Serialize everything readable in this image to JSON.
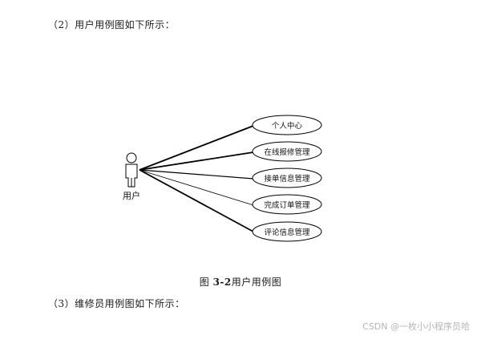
{
  "document": {
    "intro_text": "（2）用户用例图如下所示：",
    "figure_caption_prefix": "图",
    "figure_caption_number": "3-2",
    "figure_caption_title": "用户用例图",
    "next_text": "（3）维修员用例图如下所示："
  },
  "diagram": {
    "actor": {
      "label": "用户",
      "icon": "stick-figure-actor-icon"
    },
    "use_cases": [
      {
        "id": "personal-center",
        "label": "个人中心"
      },
      {
        "id": "online-repair-management",
        "label": "在线报修管理"
      },
      {
        "id": "order-info-management",
        "label": "接单信息管理"
      },
      {
        "id": "complete-order-management",
        "label": "完成订单管理"
      },
      {
        "id": "review-info-management",
        "label": "评论信息管理"
      }
    ],
    "line_color": "#000000",
    "ellipse_stroke": "#000000"
  },
  "watermark": {
    "text": "CSDN @一枚小小程序员哈"
  }
}
